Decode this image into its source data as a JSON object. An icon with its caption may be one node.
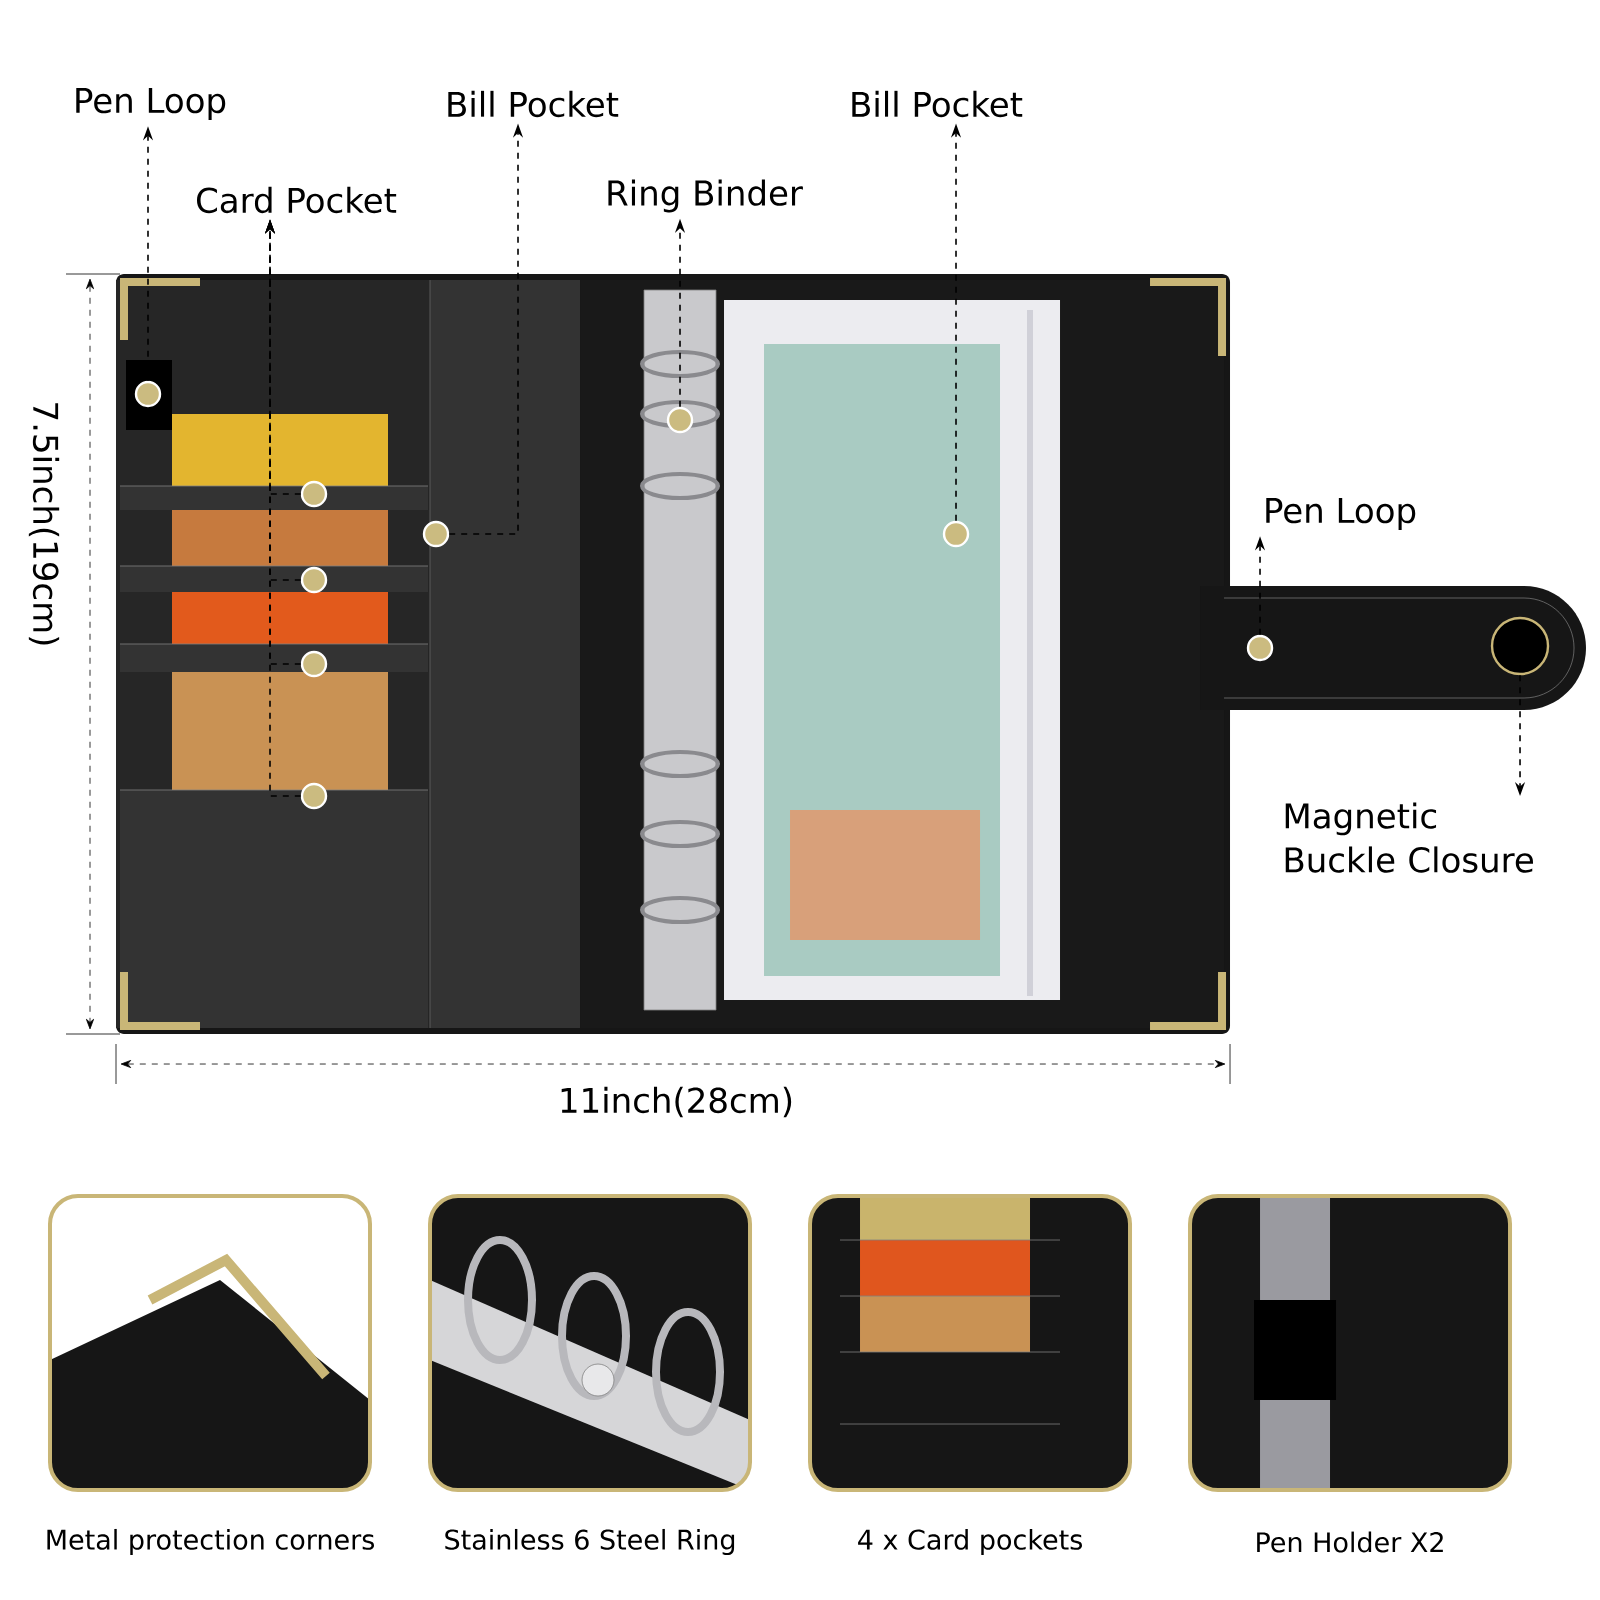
{
  "diagram": {
    "nodes": [
      {
        "text": [
          "Pen Loop"
        ]
      },
      {
        "text": [
          "Bill Pocket"
        ]
      },
      {
        "text": [
          "Bill Pocket"
        ]
      },
      {
        "text": [
          "Card Pocket"
        ]
      },
      {
        "text": [
          "Ring Binder"
        ]
      },
      {
        "text": [
          "Pen Loop"
        ]
      },
      {
        "text": [
          "Magnetic Buckle Closure"
        ]
      },
      {
        "text": [],
        "shape": "circle"
      },
      {
        "text": [],
        "shape": "circle"
      },
      {
        "text": [],
        "shape": "circle"
      },
      {
        "text": [],
        "shape": "circle"
      },
      {
        "text": [],
        "shape": "circle"
      },
      {
        "text": [],
        "shape": "circle"
      },
      {
        "text": [],
        "shape": "circle"
      },
      {
        "text": [],
        "shape": "circle"
      },
      {
        "text": [],
        "shape": "circle"
      },
      {
        "text": [],
        "shape": "circle"
      },
      {
        "text": [
          "Metal protection corners"
        ]
      },
      {
        "text": [
          "Stainless 6 Steel Ring"
        ]
      },
      {
        "text": [
          "4 x Card pockets"
        ]
      },
      {
        "text": [
          "Pen Holder X2"
        ]
      }
    ],
    "edges": [
      {
        "from": 7,
        "to": 0,
        "arrow": "to",
        "style": "dashed"
      },
      {
        "from": 8,
        "to": 3,
        "arrow": "to",
        "style": "dashed"
      },
      {
        "from": 9,
        "to": 3,
        "arrow": "to",
        "style": "dashed"
      },
      {
        "from": 10,
        "to": 3,
        "arrow": "to",
        "style": "dashed"
      },
      {
        "from": 11,
        "to": 3,
        "arrow": "to",
        "style": "dashed"
      },
      {
        "from": 12,
        "to": 1,
        "arrow": "to",
        "style": "dashed"
      },
      {
        "from": 13,
        "to": 4,
        "arrow": "to",
        "style": "dashed"
      },
      {
        "from": 14,
        "to": 2,
        "arrow": "to",
        "style": "dashed"
      },
      {
        "from": 15,
        "to": 5,
        "arrow": "to",
        "style": "dashed"
      },
      {
        "from": 16,
        "to": 6,
        "arrow": "to",
        "style": "dashed"
      }
    ],
    "labels": [
      "7.5inch(19cm)",
      "11inch(28cm)"
    ]
  }
}
